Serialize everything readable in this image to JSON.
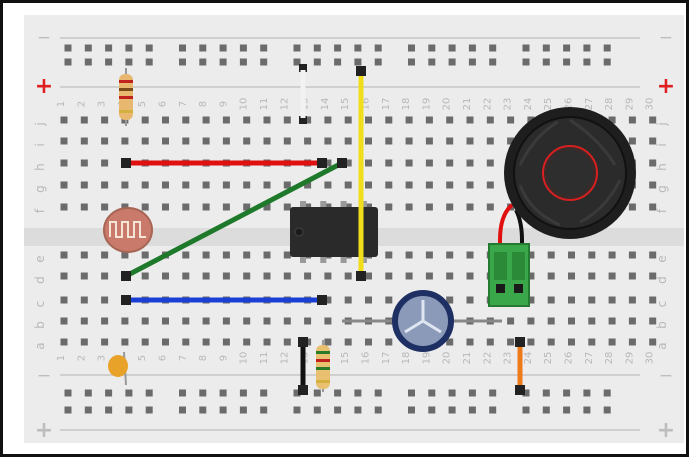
{
  "colors": {
    "frame": "#111111",
    "board": "#ececec",
    "hole": "#6b6b6b",
    "label": "#b8b8b8",
    "rail_plus": "#e02020",
    "rail_minus": "#bdbdbd",
    "wire_red": "#e01010",
    "wire_green": "#1e7a2a",
    "wire_blue": "#1a3fd6",
    "wire_yellow": "#f2dd1a",
    "wire_black": "#111111",
    "wire_orange": "#ee7a1a"
  },
  "rails": {
    "top_left_minus": "−",
    "top_left_plus": "+",
    "top_right_minus": "−",
    "top_right_plus": "+",
    "bottom_left_minus": "−",
    "bottom_left_plus": "+",
    "bottom_right_minus": "−",
    "bottom_right_plus": "+"
  },
  "rows_top": [
    "j",
    "i",
    "h",
    "g",
    "f"
  ],
  "rows_bottom": [
    "e",
    "d",
    "c",
    "b",
    "a"
  ],
  "columns": [
    "1",
    "2",
    "3",
    "4",
    "5",
    "6",
    "7",
    "8",
    "9",
    "10",
    "11",
    "12",
    "13",
    "14",
    "15",
    "16",
    "17",
    "18",
    "19",
    "20",
    "21",
    "22",
    "23",
    "24",
    "25",
    "26",
    "27",
    "28",
    "29",
    "30"
  ],
  "components": [
    {
      "name": "resistor",
      "icon": "resistor-icon"
    },
    {
      "name": "resistor",
      "icon": "resistor-icon"
    },
    {
      "name": "photoresistor",
      "icon": "photoresistor-icon"
    },
    {
      "name": "ic-chip",
      "icon": "ic-chip-icon"
    },
    {
      "name": "speaker",
      "icon": "speaker-icon"
    },
    {
      "name": "capacitor",
      "icon": "capacitor-icon"
    },
    {
      "name": "ceramic-capacitor",
      "icon": "ceramic-capacitor-icon"
    },
    {
      "name": "terminal-block",
      "icon": "terminal-block-icon"
    }
  ]
}
